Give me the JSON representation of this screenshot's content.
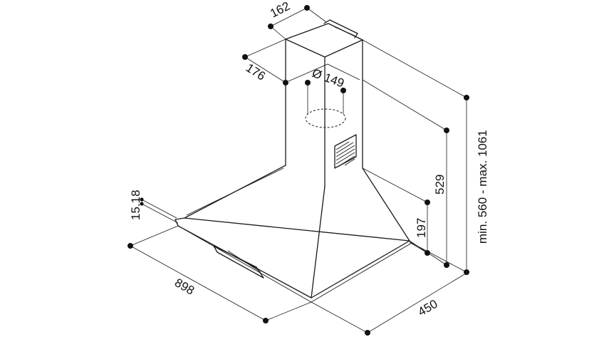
{
  "dimensions": {
    "depth_duct": "162",
    "width_duct": "176",
    "outlet_diameter": "Ø 149",
    "total_height": "min. 560 - max. 1061",
    "hood_height": "529",
    "canopy_height": "197",
    "edge_thickness": "15.18",
    "width": "898",
    "depth": "450"
  }
}
